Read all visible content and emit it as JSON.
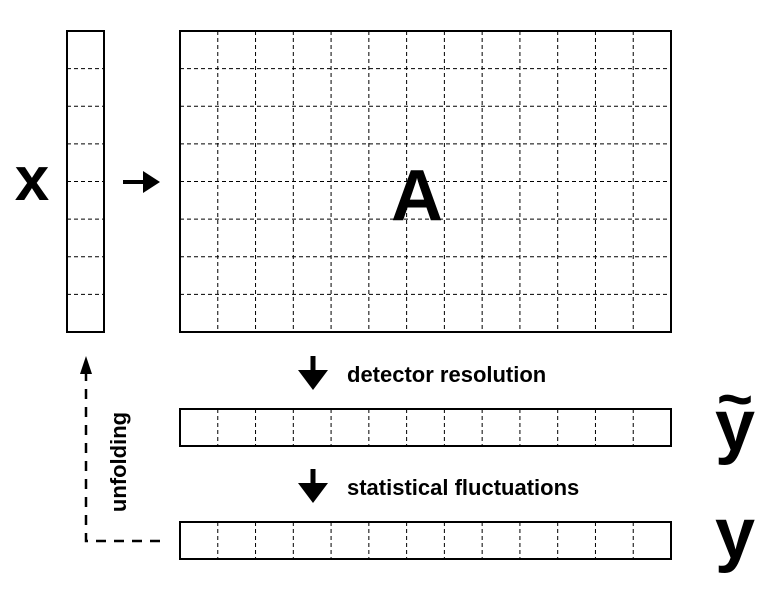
{
  "diagram": {
    "symbols": {
      "x": "x",
      "A": "A",
      "y_tilde": "y",
      "y": "y",
      "tilde": "~"
    },
    "labels": {
      "detector": "detector resolution",
      "statistical": "statistical fluctuations",
      "unfolding": "unfolding"
    },
    "grid": {
      "vector_x_cells": 8,
      "matrix_rows": 8,
      "matrix_cols": 13,
      "row_vector_cells": 13
    },
    "colors": {
      "stroke": "#000000",
      "background": "#ffffff"
    }
  }
}
